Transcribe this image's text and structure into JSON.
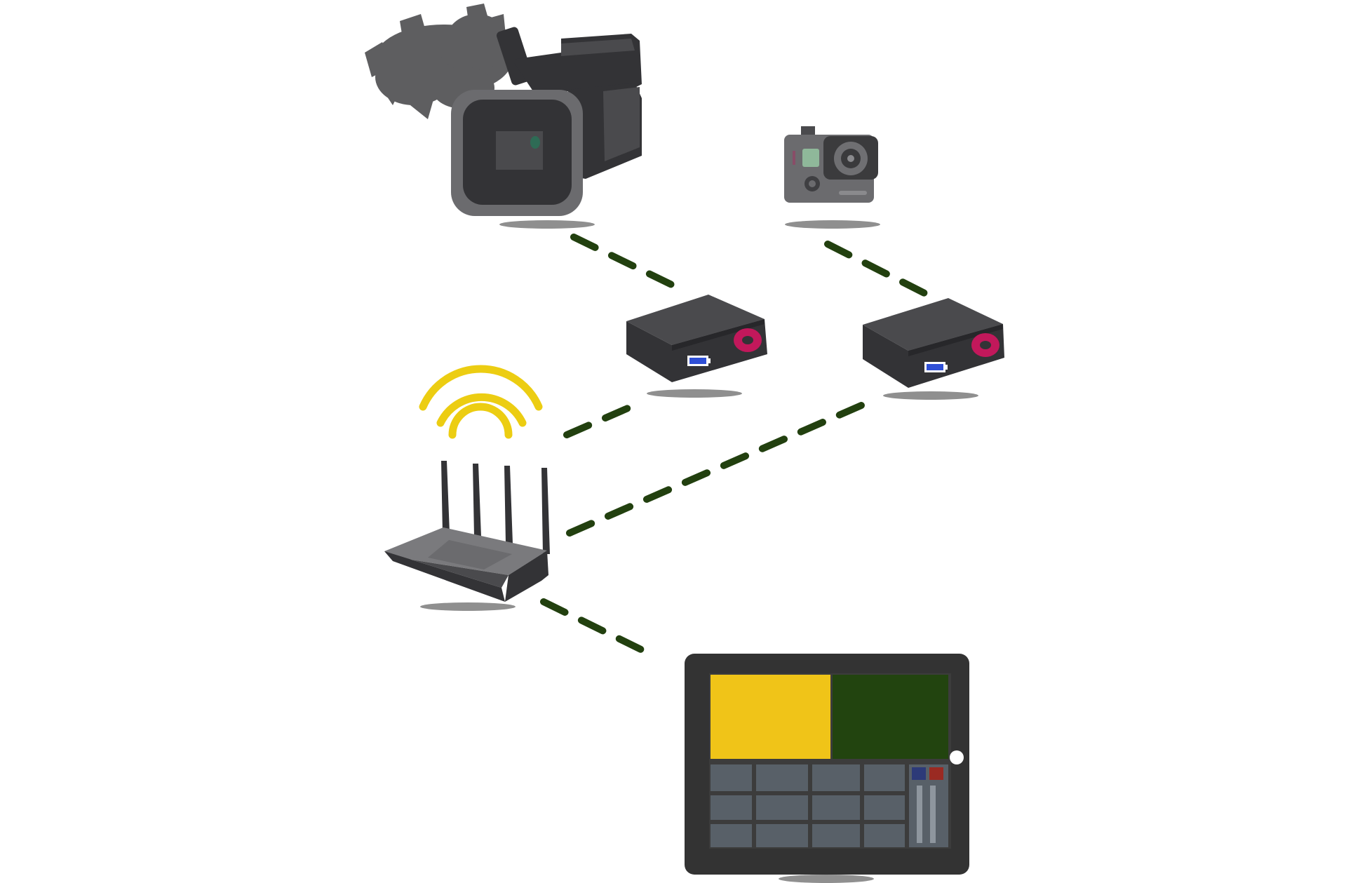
{
  "colors": {
    "background": "#ffffff",
    "link": "#22400f",
    "wifi": "#eccd12",
    "device_dark": "#333336",
    "device_mid": "#4a4a4d",
    "device_light": "#6b6b6e",
    "shadow": "#8f8f8f",
    "accent_pink": "#c2185b",
    "battery_blue": "#2f4fd6",
    "tablet_body": "#333333",
    "tablet_panel_yellow": "#f0c418",
    "tablet_panel_green": "#22440f",
    "tablet_button": "#586068",
    "tablet_mixer_blue": "#2d3a78",
    "tablet_mixer_red": "#9a2a22"
  },
  "nodes": [
    {
      "id": "camcorder",
      "icon": "camcorder-icon"
    },
    {
      "id": "action-camera",
      "icon": "action-camera-icon"
    },
    {
      "id": "encoder-1",
      "icon": "encoder-box-icon"
    },
    {
      "id": "encoder-2",
      "icon": "encoder-box-icon"
    },
    {
      "id": "router",
      "icon": "wifi-router-icon"
    },
    {
      "id": "tablet",
      "icon": "tablet-switcher-icon"
    }
  ],
  "links": [
    {
      "from": "camcorder",
      "to": "encoder-1",
      "style": "dashed"
    },
    {
      "from": "action-camera",
      "to": "encoder-2",
      "style": "dashed"
    },
    {
      "from": "encoder-1",
      "to": "router",
      "style": "dashed"
    },
    {
      "from": "encoder-2",
      "to": "router",
      "style": "dashed"
    },
    {
      "from": "router",
      "to": "tablet",
      "style": "dashed"
    }
  ]
}
